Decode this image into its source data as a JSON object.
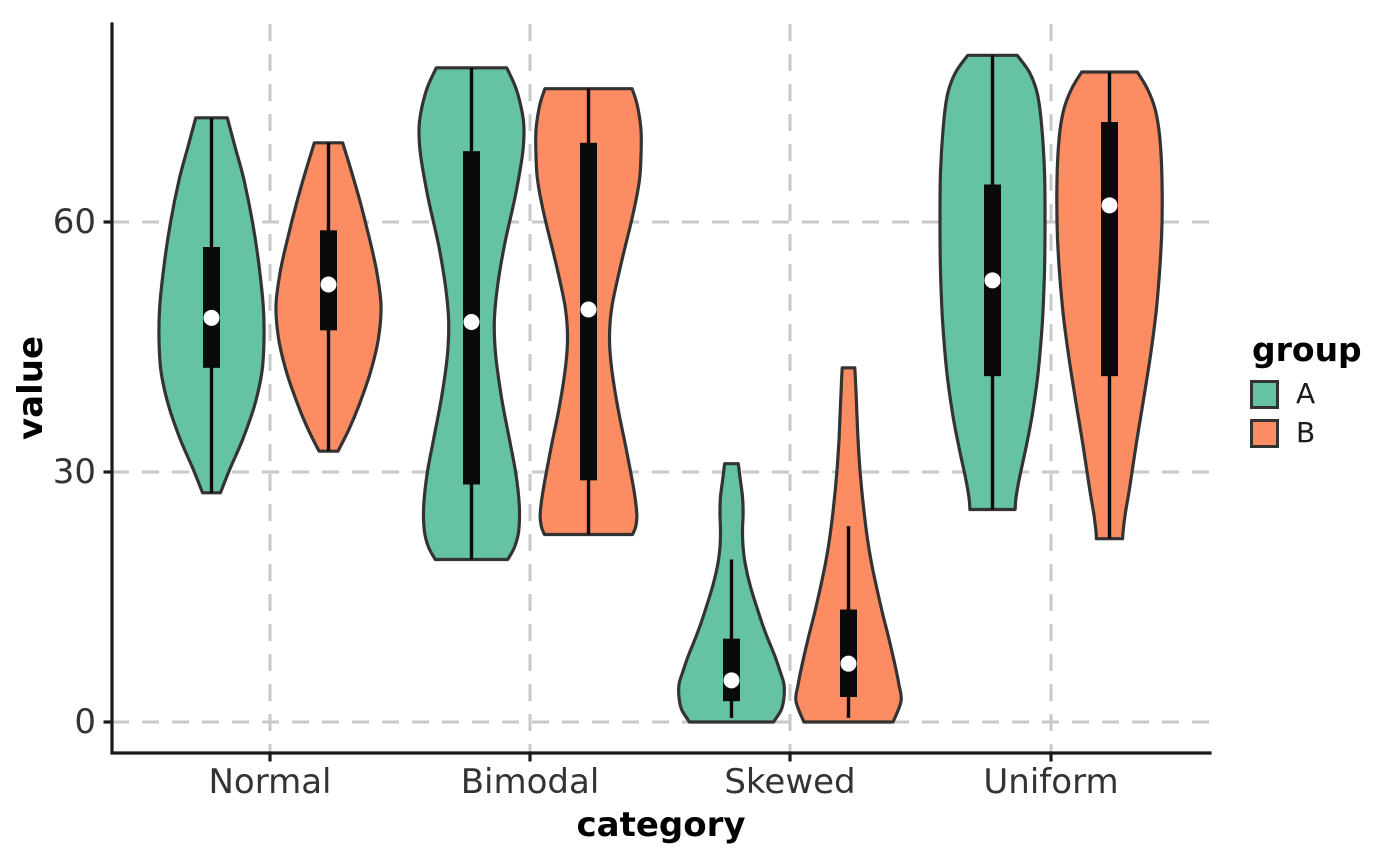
{
  "figure": {
    "background": "#FFFFFF",
    "y_axis": {
      "label": "value",
      "ticks": [
        {
          "value": 0,
          "label": "0"
        },
        {
          "value": 30,
          "label": "30"
        },
        {
          "value": 60,
          "label": "60"
        }
      ]
    },
    "x_axis": {
      "label": "category",
      "ticks": [
        "Normal",
        "Bimodal",
        "Skewed",
        "Uniform"
      ]
    },
    "legend": {
      "title": "group",
      "items": [
        {
          "label": "A",
          "color": "#66C2A5"
        },
        {
          "label": "B",
          "color": "#FC8D62"
        }
      ]
    },
    "style": {
      "grid_color": "#C9C9C9",
      "axis_color": "#1A1A1A",
      "violin_outline": "#333333",
      "box_color": "#0A0A0A",
      "median_dot_color": "#FFFFFF"
    }
  },
  "chart_data": {
    "type": "violin",
    "title": "",
    "xlabel": "category",
    "ylabel": "value",
    "categories": [
      "Normal",
      "Bimodal",
      "Skewed",
      "Uniform"
    ],
    "groups": [
      "A",
      "B"
    ],
    "group_colors": {
      "A": "#66C2A5",
      "B": "#FC8D62"
    },
    "y_ticks": [
      0,
      30,
      60
    ],
    "ylim": [
      -4,
      84
    ],
    "grid": "dashed-major",
    "legend_position": "right",
    "violins": [
      {
        "category": "Normal",
        "group": "A",
        "stats": {
          "min": 27.5,
          "q1": 42.5,
          "median": 48.5,
          "q3": 57,
          "max": 72.5,
          "whisker_low": 27.5,
          "whisker_high": 72.5
        },
        "density_profile": [
          [
            72.5,
            0.3
          ],
          [
            69,
            0.45
          ],
          [
            65,
            0.62
          ],
          [
            60,
            0.78
          ],
          [
            55,
            0.9
          ],
          [
            50,
            0.985
          ],
          [
            46,
            1.0
          ],
          [
            42,
            0.96
          ],
          [
            38,
            0.82
          ],
          [
            34,
            0.6
          ],
          [
            30.5,
            0.36
          ],
          [
            27.5,
            0.17
          ]
        ]
      },
      {
        "category": "Normal",
        "group": "B",
        "stats": {
          "min": 32.5,
          "q1": 47,
          "median": 52.5,
          "q3": 59,
          "max": 69.5,
          "whisker_low": 32.5,
          "whisker_high": 69.5
        },
        "density_profile": [
          [
            69.5,
            0.27
          ],
          [
            66,
            0.44
          ],
          [
            62,
            0.62
          ],
          [
            58,
            0.78
          ],
          [
            54,
            0.92
          ],
          [
            50,
            1.0
          ],
          [
            46,
            0.95
          ],
          [
            42,
            0.8
          ],
          [
            38,
            0.58
          ],
          [
            35,
            0.38
          ],
          [
            32.5,
            0.18
          ]
        ]
      },
      {
        "category": "Bimodal",
        "group": "A",
        "stats": {
          "min": 19.5,
          "q1": 28.5,
          "median": 48,
          "q3": 68.5,
          "max": 78.5,
          "whisker_low": 19.5,
          "whisker_high": 78.5
        },
        "density_profile": [
          [
            78.5,
            0.67
          ],
          [
            76,
            0.85
          ],
          [
            73,
            0.97
          ],
          [
            71,
            1.0
          ],
          [
            68,
            0.97
          ],
          [
            63,
            0.83
          ],
          [
            57,
            0.62
          ],
          [
            52,
            0.49
          ],
          [
            48,
            0.435
          ],
          [
            44,
            0.46
          ],
          [
            39,
            0.57
          ],
          [
            34,
            0.72
          ],
          [
            30,
            0.84
          ],
          [
            26,
            0.91
          ],
          [
            23,
            0.9
          ],
          [
            21,
            0.82
          ],
          [
            19.5,
            0.69
          ]
        ]
      },
      {
        "category": "Bimodal",
        "group": "B",
        "stats": {
          "min": 22.5,
          "q1": 29,
          "median": 49.5,
          "q3": 69.5,
          "max": 76,
          "whisker_low": 22.5,
          "whisker_high": 76
        },
        "density_profile": [
          [
            76,
            0.83
          ],
          [
            74,
            0.93
          ],
          [
            71,
            1.0
          ],
          [
            68,
            1.0
          ],
          [
            65,
            0.97
          ],
          [
            61,
            0.85
          ],
          [
            55,
            0.62
          ],
          [
            50,
            0.45
          ],
          [
            46.5,
            0.4
          ],
          [
            43,
            0.43
          ],
          [
            38,
            0.55
          ],
          [
            33,
            0.71
          ],
          [
            28,
            0.86
          ],
          [
            25,
            0.92
          ],
          [
            23.5,
            0.9
          ],
          [
            22.5,
            0.84
          ]
        ]
      },
      {
        "category": "Skewed",
        "group": "A",
        "stats": {
          "min": 0,
          "q1": 2.5,
          "median": 5,
          "q3": 10,
          "max": 31,
          "whisker_low": 0.5,
          "whisker_high": 19.5
        },
        "density_profile": [
          [
            31,
            0.13
          ],
          [
            29,
            0.17
          ],
          [
            27,
            0.21
          ],
          [
            25,
            0.22
          ],
          [
            23,
            0.21
          ],
          [
            21,
            0.22
          ],
          [
            19,
            0.26
          ],
          [
            16.5,
            0.35
          ],
          [
            14,
            0.47
          ],
          [
            11,
            0.63
          ],
          [
            8,
            0.82
          ],
          [
            6,
            0.93
          ],
          [
            4.5,
            1.0
          ],
          [
            3,
            1.0
          ],
          [
            1.5,
            0.95
          ],
          [
            0,
            0.8
          ]
        ]
      },
      {
        "category": "Skewed",
        "group": "B",
        "stats": {
          "min": 0,
          "q1": 3,
          "median": 7,
          "q3": 13.5,
          "max": 42.5,
          "whisker_low": 0.5,
          "whisker_high": 23.5
        },
        "density_profile": [
          [
            42.5,
            0.12
          ],
          [
            40,
            0.14
          ],
          [
            37,
            0.16
          ],
          [
            34,
            0.18
          ],
          [
            31,
            0.21
          ],
          [
            28,
            0.25
          ],
          [
            25,
            0.3
          ],
          [
            22,
            0.36
          ],
          [
            19,
            0.44
          ],
          [
            16,
            0.54
          ],
          [
            13,
            0.65
          ],
          [
            10,
            0.77
          ],
          [
            7,
            0.88
          ],
          [
            4.5,
            0.96
          ],
          [
            2.5,
            1.0
          ],
          [
            0,
            0.85
          ]
        ]
      },
      {
        "category": "Uniform",
        "group": "A",
        "stats": {
          "min": 25.5,
          "q1": 41.5,
          "median": 53,
          "q3": 64.5,
          "max": 80,
          "whisker_low": 25.5,
          "whisker_high": 80
        },
        "density_profile": [
          [
            80,
            0.47
          ],
          [
            78,
            0.7
          ],
          [
            75.5,
            0.85
          ],
          [
            72,
            0.93
          ],
          [
            66,
            0.99
          ],
          [
            60,
            1.0
          ],
          [
            54,
            0.99
          ],
          [
            48,
            0.95
          ],
          [
            42,
            0.87
          ],
          [
            37,
            0.76
          ],
          [
            33,
            0.64
          ],
          [
            29.5,
            0.52
          ],
          [
            27,
            0.45
          ],
          [
            25.5,
            0.43
          ]
        ]
      },
      {
        "category": "Uniform",
        "group": "B",
        "stats": {
          "min": 22,
          "q1": 41.5,
          "median": 62,
          "q3": 72,
          "max": 78,
          "whisker_low": 22,
          "whisker_high": 78
        },
        "density_profile": [
          [
            78,
            0.53
          ],
          [
            76,
            0.72
          ],
          [
            73.5,
            0.87
          ],
          [
            70,
            0.96
          ],
          [
            65,
            1.0
          ],
          [
            58,
            0.99
          ],
          [
            50,
            0.9
          ],
          [
            44,
            0.78
          ],
          [
            38,
            0.63
          ],
          [
            33,
            0.5
          ],
          [
            28,
            0.38
          ],
          [
            25,
            0.3
          ],
          [
            23,
            0.26
          ],
          [
            22,
            0.25
          ]
        ]
      }
    ]
  }
}
